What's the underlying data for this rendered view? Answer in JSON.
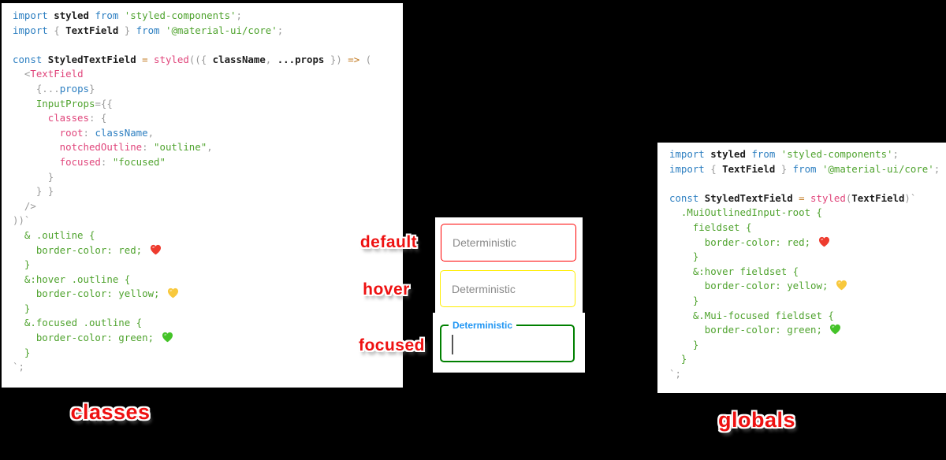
{
  "captions": {
    "state_default": "default",
    "state_hover": "hover",
    "state_focused": "focused",
    "left_block": "classes",
    "right_block": "globals"
  },
  "fields": {
    "default_placeholder": "Deterministic",
    "hover_placeholder": "Deterministic",
    "focused_label": "Deterministic"
  },
  "colors": {
    "caption_red": "#ee1111",
    "keyword_blue": "#2d7fc1",
    "string_green": "#4fa32e",
    "property_pink": "#e0457b",
    "operator_orange": "#c1771e",
    "punctuation_gray": "#9a9a9a",
    "field_default_border": "#ff0000",
    "field_hover_border": "#ffee00",
    "field_focused_border": "#008000",
    "focused_label_blue": "#2196f3",
    "heart_red": "#ee3b2e",
    "heart_yellow": "#f8c83c",
    "heart_green": "#44c328"
  },
  "left_code": [
    [
      [
        "kw",
        "import "
      ],
      [
        "pl",
        "styled "
      ],
      [
        "kw",
        "from "
      ],
      [
        "st",
        "'styled-components'"
      ],
      [
        "gy",
        ";"
      ]
    ],
    [
      [
        "kw",
        "import "
      ],
      [
        "gy",
        "{ "
      ],
      [
        "pl",
        "TextField "
      ],
      [
        "gy",
        "} "
      ],
      [
        "kw",
        "from "
      ],
      [
        "st",
        "'@material-ui/core'"
      ],
      [
        "gy",
        ";"
      ]
    ],
    [],
    [
      [
        "kw",
        "const "
      ],
      [
        "pl",
        "StyledTextField "
      ],
      [
        "or",
        "= "
      ],
      [
        "pk",
        "styled"
      ],
      [
        "gy",
        "(({ "
      ],
      [
        "pl",
        "className"
      ],
      [
        "gy",
        ", "
      ],
      [
        "pl",
        "...props "
      ],
      [
        "gy",
        "}) "
      ],
      [
        "or",
        "=> "
      ],
      [
        "gy",
        "("
      ]
    ],
    [
      [
        "gy",
        "  <"
      ],
      [
        "pk",
        "TextField"
      ]
    ],
    [
      [
        "gy",
        "    {..."
      ],
      [
        "bl",
        "props"
      ],
      [
        "gy",
        "}"
      ]
    ],
    [
      [
        "gn",
        "    InputProps"
      ],
      [
        "gy",
        "={{"
      ]
    ],
    [
      [
        "pk",
        "      classes"
      ],
      [
        "gy",
        ": {"
      ]
    ],
    [
      [
        "pk",
        "        root"
      ],
      [
        "gy",
        ": "
      ],
      [
        "bl",
        "className"
      ],
      [
        "gy",
        ","
      ]
    ],
    [
      [
        "pk",
        "        notchedOutline"
      ],
      [
        "gy",
        ": "
      ],
      [
        "st",
        "\"outline\""
      ],
      [
        "gy",
        ","
      ]
    ],
    [
      [
        "pk",
        "        focused"
      ],
      [
        "gy",
        ": "
      ],
      [
        "st",
        "\"focused\""
      ]
    ],
    [
      [
        "gy",
        "      }"
      ]
    ],
    [
      [
        "gy",
        "    } }"
      ]
    ],
    [
      [
        "gy",
        "  />"
      ]
    ],
    [
      [
        "gy",
        "))`"
      ]
    ],
    [
      [
        "gn",
        "  & .outline {"
      ]
    ],
    [
      [
        "gn",
        "    border-color: red; "
      ],
      [
        "hr",
        ""
      ]
    ],
    [
      [
        "gn",
        "  }"
      ]
    ],
    [
      [
        "gn",
        "  &:hover .outline {"
      ]
    ],
    [
      [
        "gn",
        "    border-color: yellow; "
      ],
      [
        "hy",
        ""
      ]
    ],
    [
      [
        "gn",
        "  }"
      ]
    ],
    [
      [
        "gn",
        "  &.focused .outline {"
      ]
    ],
    [
      [
        "gn",
        "    border-color: green; "
      ],
      [
        "hg",
        ""
      ]
    ],
    [
      [
        "gn",
        "  }"
      ]
    ],
    [
      [
        "gy",
        "`;"
      ]
    ]
  ],
  "right_code": [
    [
      [
        "kw",
        "import "
      ],
      [
        "pl",
        "styled "
      ],
      [
        "kw",
        "from "
      ],
      [
        "st",
        "'styled-components'"
      ],
      [
        "gy",
        ";"
      ]
    ],
    [
      [
        "kw",
        "import "
      ],
      [
        "gy",
        "{ "
      ],
      [
        "pl",
        "TextField "
      ],
      [
        "gy",
        "} "
      ],
      [
        "kw",
        "from "
      ],
      [
        "st",
        "'@material-ui/core'"
      ],
      [
        "gy",
        ";"
      ]
    ],
    [],
    [
      [
        "kw",
        "const "
      ],
      [
        "pl",
        "StyledTextField "
      ],
      [
        "or",
        "= "
      ],
      [
        "pk",
        "styled"
      ],
      [
        "gy",
        "("
      ],
      [
        "pl",
        "TextField"
      ],
      [
        "gy",
        ")`"
      ]
    ],
    [
      [
        "gn",
        "  .MuiOutlinedInput-root {"
      ]
    ],
    [
      [
        "gn",
        "    fieldset {"
      ]
    ],
    [
      [
        "gn",
        "      border-color: red; "
      ],
      [
        "hr",
        ""
      ]
    ],
    [
      [
        "gn",
        "    }"
      ]
    ],
    [
      [
        "gn",
        "    &:hover fieldset {"
      ]
    ],
    [
      [
        "gn",
        "      border-color: yellow; "
      ],
      [
        "hy",
        ""
      ]
    ],
    [
      [
        "gn",
        "    }"
      ]
    ],
    [
      [
        "gn",
        "    &.Mui-focused fieldset {"
      ]
    ],
    [
      [
        "gn",
        "      border-color: green; "
      ],
      [
        "hg",
        ""
      ]
    ],
    [
      [
        "gn",
        "    }"
      ]
    ],
    [
      [
        "gn",
        "  }"
      ]
    ],
    [
      [
        "gy",
        "`;"
      ]
    ]
  ]
}
